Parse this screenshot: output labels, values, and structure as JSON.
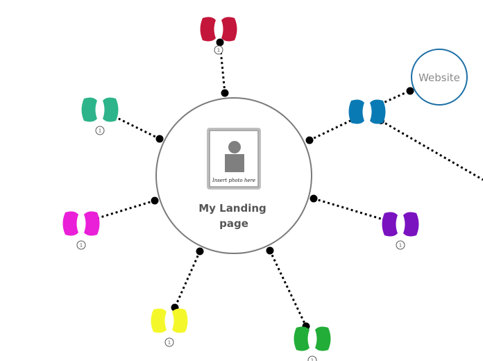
{
  "center": {
    "label_line1": "My Landing",
    "label_line2": "page",
    "photo_caption": "Insert photo here"
  },
  "website": {
    "label": "Website"
  },
  "nodes": [
    {
      "name": "node-red",
      "color": "#c4163a",
      "badge": "1"
    },
    {
      "name": "node-teal",
      "color": "#2db48a",
      "badge": "1"
    },
    {
      "name": "node-blue",
      "color": "#0a7ab5",
      "badge": ""
    },
    {
      "name": "node-magenta",
      "color": "#ea1fd8",
      "badge": "1"
    },
    {
      "name": "node-purple",
      "color": "#7a12c0",
      "badge": "1"
    },
    {
      "name": "node-yellow",
      "color": "#f4f82a",
      "badge": "1"
    },
    {
      "name": "node-green",
      "color": "#22ad38",
      "badge": "1"
    }
  ]
}
